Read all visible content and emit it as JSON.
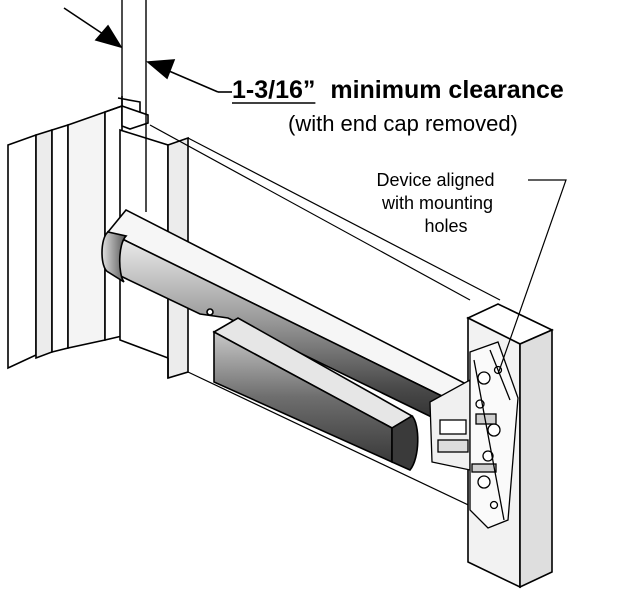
{
  "clearance": {
    "measurement": "1-3/16”",
    "label": "minimum clearance",
    "note": "(with end cap removed)"
  },
  "device_note": {
    "lines": [
      "Device aligned",
      "with mounting",
      "holes"
    ]
  },
  "colors": {
    "line": "#000000",
    "frame_shade": "#e8e8e8",
    "door_face": "#ffffff",
    "bar_dark": "#4a4a4a",
    "bar_mid": "#7a7a7a",
    "bar_light": "#d0d0d0"
  }
}
